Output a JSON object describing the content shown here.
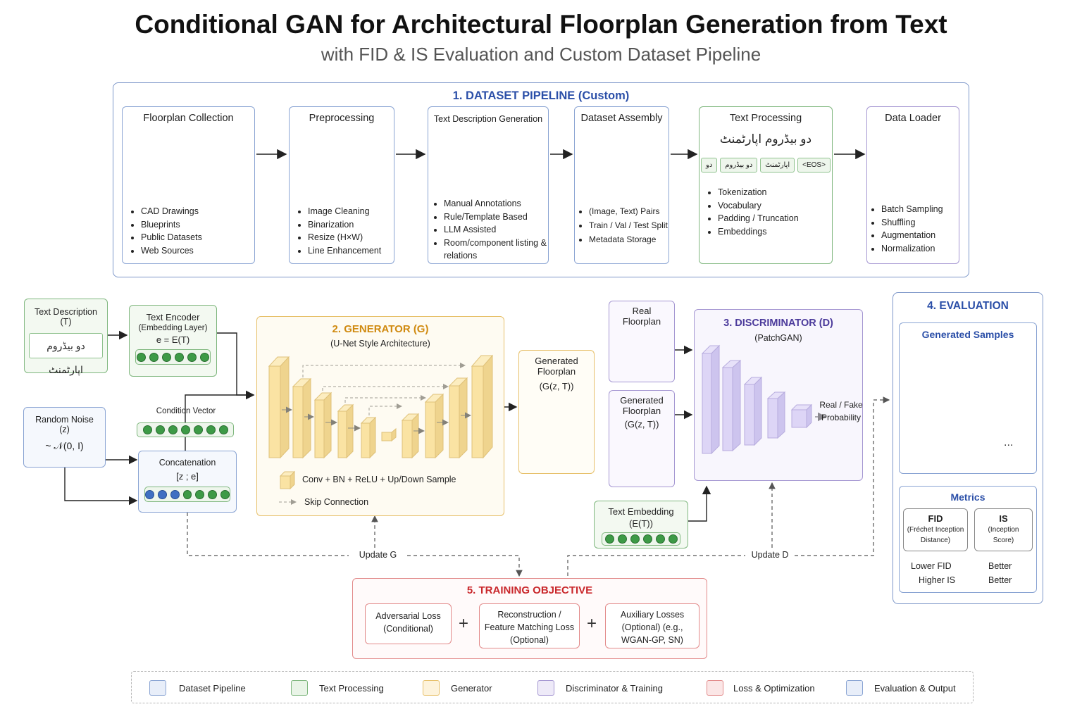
{
  "title": "Conditional GAN for Architectural Floorplan Generation from Text",
  "subtitle": "with FID & IS Evaluation and Custom Dataset Pipeline",
  "pipeline": {
    "title": "1. DATASET PIPELINE (Custom)",
    "stages": [
      {
        "title": "Floorplan Collection",
        "items": [
          "CAD Drawings",
          "Blueprints",
          "Public Datasets",
          "Web Sources"
        ]
      },
      {
        "title": "Preprocessing",
        "items": [
          "Image Cleaning",
          "Binarization",
          "Resize (H×W)",
          "Line Enhancement"
        ]
      },
      {
        "title": "Text Description Generation",
        "items": [
          "Manual Annotations",
          "Rule/Template Based",
          "LLM Assisted",
          "Room/component listing & relations"
        ]
      },
      {
        "title": "Dataset Assembly",
        "items": [
          "(Image, Text) Pairs",
          "Train / Val / Test Split",
          "Metadata Storage"
        ]
      },
      {
        "title": "Text Processing",
        "sample": "دو بیڈروم اپارٹمنٹ",
        "tokens": [
          "دو",
          "دو بیڈروم",
          "اپارٹمنٹ",
          "<EOS>"
        ],
        "items": [
          "Tokenization",
          "Vocabulary",
          "Padding / Truncation",
          "Embeddings"
        ]
      },
      {
        "title": "Data Loader",
        "items": [
          "Batch Sampling",
          "Shuffling",
          "Augmentation",
          "Normalization"
        ]
      }
    ]
  },
  "inputs": {
    "text_desc_title": "Text Description (T)",
    "text_sample": "دو بیڈروم اپارٹمنٹ",
    "text_encoder_title": "Text Encoder",
    "text_encoder_sub": "(Embedding Layer)",
    "text_encoder_eq": "e = E(T)",
    "noise_title": "Random Noise (z)",
    "noise_dist": "~ 𝒩(0, I)",
    "condition_vector": "Condition Vector",
    "concat_title": "Concatenation",
    "concat_eq": "[z ; e]"
  },
  "generator": {
    "title": "2. GENERATOR (G)",
    "subtitle": "(U-Net Style Architecture)",
    "legend_block": "Conv + BN + ReLU + Up/Down Sample",
    "legend_skip": "Skip Connection",
    "output_title": "Generated Floorplan",
    "output_eq": "(G(z, T))"
  },
  "discriminator": {
    "title": "3. DISCRIMINATOR (D)",
    "subtitle": "(PatchGAN)",
    "real_title": "Real Floorplan",
    "gen_title": "Generated Floorplan",
    "gen_eq": "(G(z, T))",
    "output": "Real / Fake Probability",
    "text_embedding_title": "Text Embedding",
    "text_embedding_eq": "(E(T))"
  },
  "evaluation": {
    "title": "4. EVALUATION",
    "samples_title": "Generated Samples",
    "more": "...",
    "metrics_title": "Metrics",
    "fid_title": "FID",
    "fid_sub": "(Fréchet Inception Distance)",
    "is_title": "IS",
    "is_sub": "(Inception Score)",
    "rule1_left": "Lower FID",
    "rule1_right": "Better",
    "rule2_left": "Higher IS",
    "rule2_right": "Better"
  },
  "training": {
    "title": "5. TRAINING OBJECTIVE",
    "loss1": "Adversarial Loss (Conditional)",
    "loss2": "Reconstruction / Feature Matching Loss (Optional)",
    "loss3": "Auxiliary Losses (Optional) (e.g., WGAN-GP, SN)",
    "plus": "+",
    "update_g": "Update G",
    "update_d": "Update D"
  },
  "legend": [
    {
      "label": "Dataset Pipeline",
      "color": "#e8eef9",
      "border": "#8aa4d3"
    },
    {
      "label": "Text Processing",
      "color": "#e9f4e7",
      "border": "#7fb77e"
    },
    {
      "label": "Generator",
      "color": "#fdf3dc",
      "border": "#e7c06a"
    },
    {
      "label": "Discriminator & Training",
      "color": "#eeeaf8",
      "border": "#a597d2"
    },
    {
      "label": "Loss & Optimization",
      "color": "#fbe6e6",
      "border": "#e28a8a"
    },
    {
      "label": "Evaluation & Output",
      "color": "#e8eef9",
      "border": "#8aa4d3"
    }
  ],
  "colors": {
    "pipeline": "#2b4fa8",
    "generator": "#d08a10",
    "discriminator": "#4b3a9b",
    "evaluation": "#2b4fa8",
    "training": "#c9272b"
  }
}
